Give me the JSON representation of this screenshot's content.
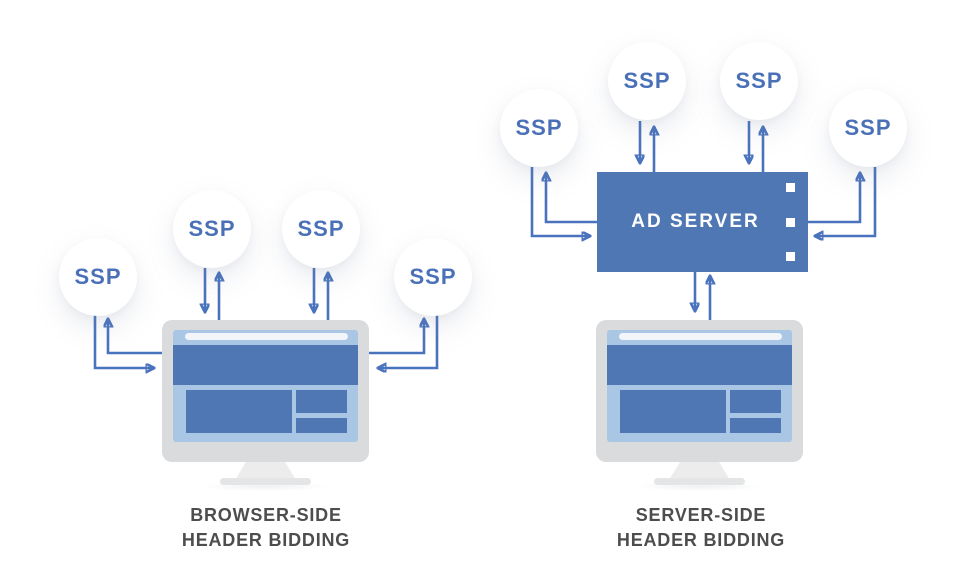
{
  "colors": {
    "arrow_blue": "#4a73bd",
    "ssp_text_blue": "#4a70b8",
    "box_blue": "#4f77b3",
    "screen_light_blue": "#a9c6e4",
    "monitor_frame_gray": "#dadbdc",
    "caption_gray": "#4d4d4d",
    "background": "#ffffff"
  },
  "left_panel": {
    "ssp_nodes": [
      {
        "label": "SSP"
      },
      {
        "label": "SSP"
      },
      {
        "label": "SSP"
      },
      {
        "label": "SSP"
      }
    ],
    "caption": {
      "line1": "BROWSER-SIDE",
      "line2": "HEADER BIDDING"
    }
  },
  "right_panel": {
    "ssp_nodes": [
      {
        "label": "SSP"
      },
      {
        "label": "SSP"
      },
      {
        "label": "SSP"
      },
      {
        "label": "SSP"
      }
    ],
    "ad_server": {
      "label": "AD SERVER"
    },
    "caption": {
      "line1": "SERVER-SIDE",
      "line2": "HEADER BIDDING"
    }
  }
}
